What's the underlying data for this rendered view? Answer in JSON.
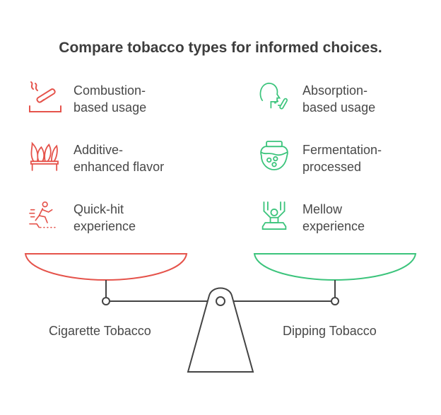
{
  "title": "Compare tobacco types for informed choices.",
  "colors": {
    "left": "#e5534b",
    "right": "#3cc47c",
    "beam": "#444444"
  },
  "left": {
    "label": "Cigarette Tobacco",
    "items": [
      {
        "line1": "Combustion-",
        "line2": "based usage",
        "icon": "cigarette-icon"
      },
      {
        "line1": "Additive-",
        "line2": "enhanced flavor",
        "icon": "leaves-icon"
      },
      {
        "line1": "Quick-hit",
        "line2": "experience",
        "icon": "running-person-icon"
      }
    ]
  },
  "right": {
    "label": "Dipping Tobacco",
    "items": [
      {
        "line1": "Absorption-",
        "line2": "based usage",
        "icon": "head-inhale-icon"
      },
      {
        "line1": "Fermentation-",
        "line2": "processed",
        "icon": "jar-icon"
      },
      {
        "line1": "Mellow",
        "line2": "experience",
        "icon": "relaxed-person-icon"
      }
    ]
  }
}
